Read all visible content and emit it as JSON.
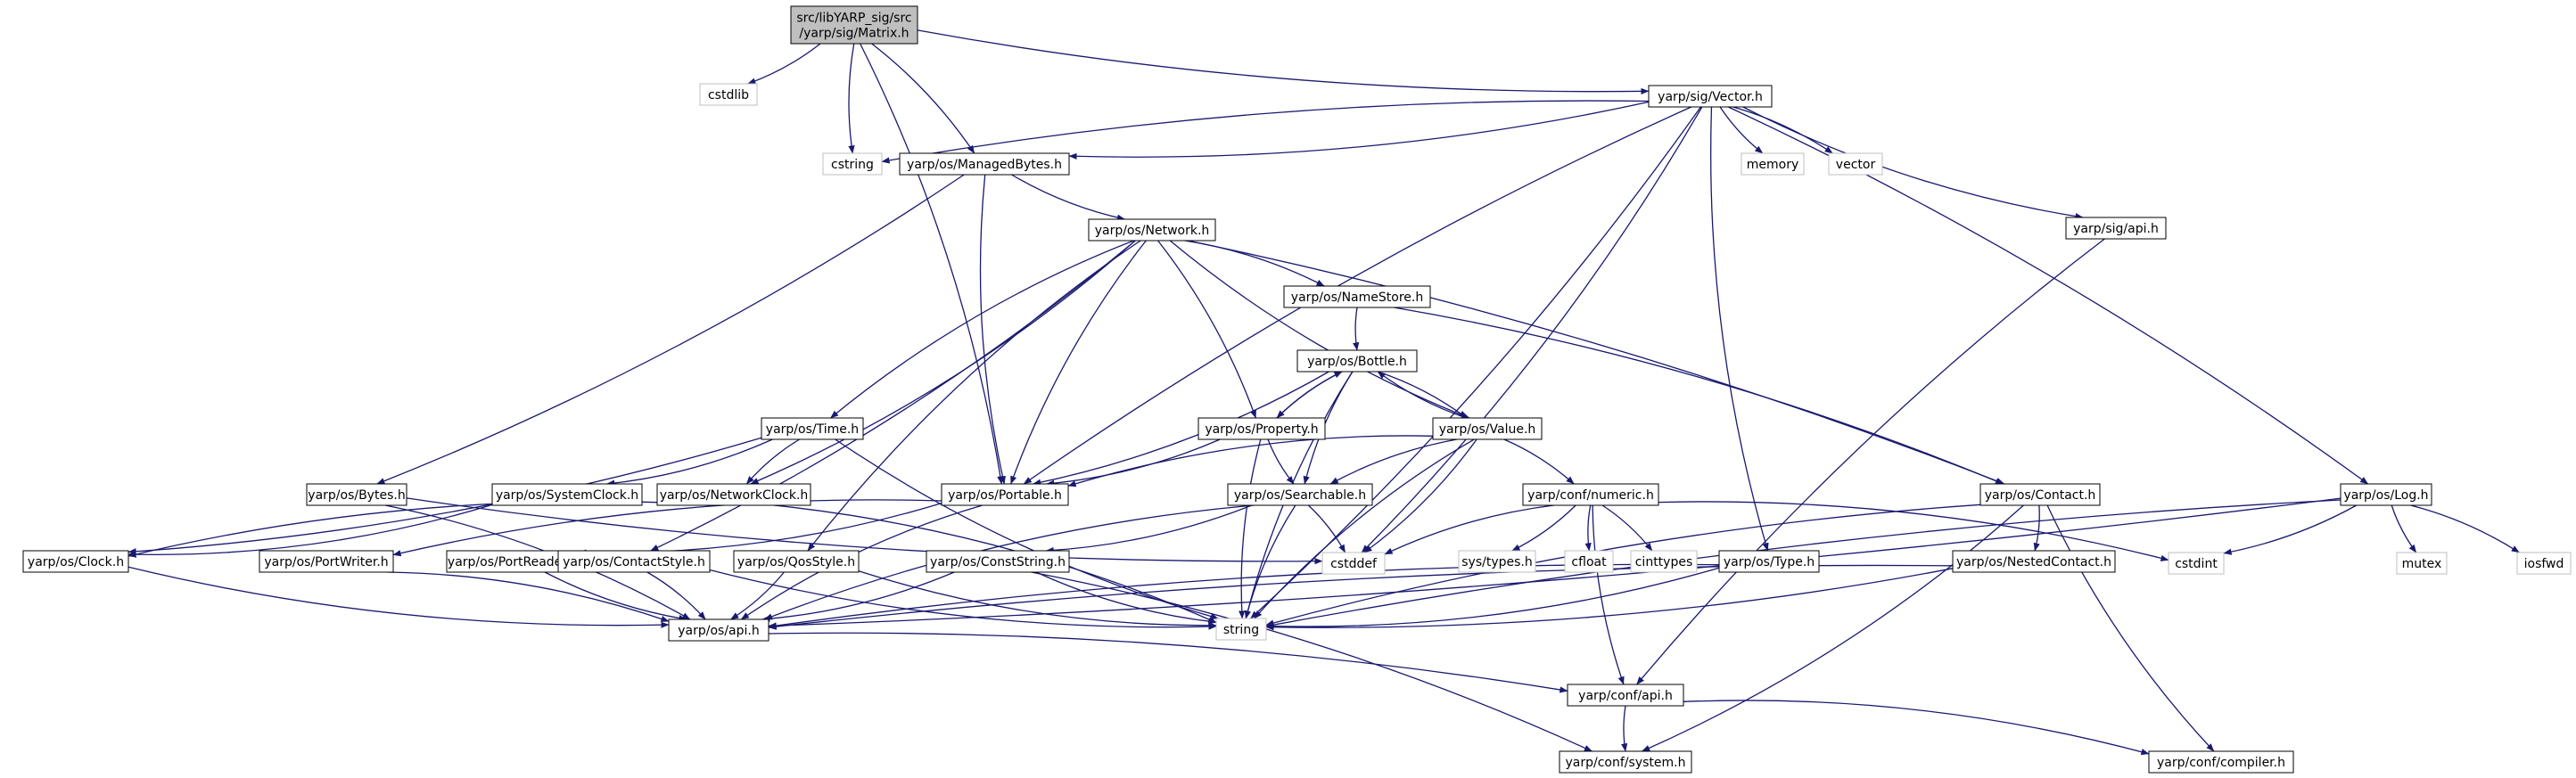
{
  "colors": {
    "edge": "#191970",
    "root_fill": "#bfbfbf",
    "node_stroke": "#000000",
    "system_stroke": "#bfbfbf"
  },
  "nodes": [
    {
      "id": "matrix",
      "label": [
        "src/libYARP_sig/src",
        "/yarp/sig/Matrix.h"
      ],
      "kind": "root"
    },
    {
      "id": "cstdlib",
      "label": [
        "cstdlib"
      ],
      "kind": "system"
    },
    {
      "id": "cstring",
      "label": [
        "cstring"
      ],
      "kind": "system"
    },
    {
      "id": "managedbytes",
      "label": [
        "yarp/os/ManagedBytes.h"
      ],
      "kind": "header"
    },
    {
      "id": "vector_h",
      "label": [
        "yarp/sig/Vector.h"
      ],
      "kind": "header"
    },
    {
      "id": "memory",
      "label": [
        "memory"
      ],
      "kind": "system"
    },
    {
      "id": "vector",
      "label": [
        "vector"
      ],
      "kind": "system"
    },
    {
      "id": "sigapi",
      "label": [
        "yarp/sig/api.h"
      ],
      "kind": "header"
    },
    {
      "id": "network",
      "label": [
        "yarp/os/Network.h"
      ],
      "kind": "header"
    },
    {
      "id": "namestore",
      "label": [
        "yarp/os/NameStore.h"
      ],
      "kind": "header"
    },
    {
      "id": "bottle",
      "label": [
        "yarp/os/Bottle.h"
      ],
      "kind": "header"
    },
    {
      "id": "time",
      "label": [
        "yarp/os/Time.h"
      ],
      "kind": "header"
    },
    {
      "id": "property",
      "label": [
        "yarp/os/Property.h"
      ],
      "kind": "header"
    },
    {
      "id": "value",
      "label": [
        "yarp/os/Value.h"
      ],
      "kind": "header"
    },
    {
      "id": "bytes",
      "label": [
        "yarp/os/Bytes.h"
      ],
      "kind": "header"
    },
    {
      "id": "systemclock",
      "label": [
        "yarp/os/SystemClock.h"
      ],
      "kind": "header"
    },
    {
      "id": "networkclock",
      "label": [
        "yarp/os/NetworkClock.h"
      ],
      "kind": "header"
    },
    {
      "id": "portable",
      "label": [
        "yarp/os/Portable.h"
      ],
      "kind": "header"
    },
    {
      "id": "searchable",
      "label": [
        "yarp/os/Searchable.h"
      ],
      "kind": "header"
    },
    {
      "id": "numeric",
      "label": [
        "yarp/conf/numeric.h"
      ],
      "kind": "header"
    },
    {
      "id": "contact",
      "label": [
        "yarp/os/Contact.h"
      ],
      "kind": "header"
    },
    {
      "id": "log",
      "label": [
        "yarp/os/Log.h"
      ],
      "kind": "header"
    },
    {
      "id": "clock",
      "label": [
        "yarp/os/Clock.h"
      ],
      "kind": "header"
    },
    {
      "id": "portwriter",
      "label": [
        "yarp/os/PortWriter.h"
      ],
      "kind": "header"
    },
    {
      "id": "portreader",
      "label": [
        "yarp/os/PortReader.h"
      ],
      "kind": "header"
    },
    {
      "id": "contactstyle",
      "label": [
        "yarp/os/ContactStyle.h"
      ],
      "kind": "header"
    },
    {
      "id": "qosstyle",
      "label": [
        "yarp/os/QosStyle.h"
      ],
      "kind": "header"
    },
    {
      "id": "conststring",
      "label": [
        "yarp/os/ConstString.h"
      ],
      "kind": "header"
    },
    {
      "id": "cstddef",
      "label": [
        "cstddef"
      ],
      "kind": "system"
    },
    {
      "id": "systypes",
      "label": [
        "sys/types.h"
      ],
      "kind": "system"
    },
    {
      "id": "cfloat",
      "label": [
        "cfloat"
      ],
      "kind": "system"
    },
    {
      "id": "cinttypes",
      "label": [
        "cinttypes"
      ],
      "kind": "system"
    },
    {
      "id": "type",
      "label": [
        "yarp/os/Type.h"
      ],
      "kind": "header"
    },
    {
      "id": "nestedcontact",
      "label": [
        "yarp/os/NestedContact.h"
      ],
      "kind": "header"
    },
    {
      "id": "cstdint",
      "label": [
        "cstdint"
      ],
      "kind": "system"
    },
    {
      "id": "mutex",
      "label": [
        "mutex"
      ],
      "kind": "system"
    },
    {
      "id": "iosfwd",
      "label": [
        "iosfwd"
      ],
      "kind": "system"
    },
    {
      "id": "osapi",
      "label": [
        "yarp/os/api.h"
      ],
      "kind": "header"
    },
    {
      "id": "string",
      "label": [
        "string"
      ],
      "kind": "system"
    },
    {
      "id": "confapi",
      "label": [
        "yarp/conf/api.h"
      ],
      "kind": "header"
    },
    {
      "id": "confsystem",
      "label": [
        "yarp/conf/system.h"
      ],
      "kind": "header"
    },
    {
      "id": "confcompiler",
      "label": [
        "yarp/conf/compiler.h"
      ],
      "kind": "header"
    }
  ],
  "edges": [
    [
      "matrix",
      "cstdlib"
    ],
    [
      "matrix",
      "cstring"
    ],
    [
      "matrix",
      "managedbytes"
    ],
    [
      "matrix",
      "vector_h"
    ],
    [
      "matrix",
      "portable"
    ],
    [
      "vector_h",
      "cstring"
    ],
    [
      "vector_h",
      "managedbytes"
    ],
    [
      "vector_h",
      "memory"
    ],
    [
      "vector_h",
      "vector"
    ],
    [
      "vector_h",
      "sigapi"
    ],
    [
      "vector_h",
      "log"
    ],
    [
      "vector_h",
      "portable"
    ],
    [
      "vector_h",
      "cstddef"
    ],
    [
      "vector_h",
      "type"
    ],
    [
      "vector_h",
      "string"
    ],
    [
      "managedbytes",
      "network"
    ],
    [
      "managedbytes",
      "bytes"
    ],
    [
      "managedbytes",
      "portable"
    ],
    [
      "network",
      "namestore"
    ],
    [
      "network",
      "time"
    ],
    [
      "network",
      "property"
    ],
    [
      "network",
      "value"
    ],
    [
      "network",
      "contact"
    ],
    [
      "network",
      "portable"
    ],
    [
      "network",
      "contactstyle"
    ],
    [
      "network",
      "qosstyle"
    ],
    [
      "network",
      "networkclock"
    ],
    [
      "namestore",
      "bottle"
    ],
    [
      "namestore",
      "contact"
    ],
    [
      "bottle",
      "property"
    ],
    [
      "bottle",
      "value"
    ],
    [
      "bottle",
      "searchable"
    ],
    [
      "bottle",
      "portable"
    ],
    [
      "bottle",
      "string"
    ],
    [
      "property",
      "bottle"
    ],
    [
      "property",
      "searchable"
    ],
    [
      "property",
      "portable"
    ],
    [
      "property",
      "string"
    ],
    [
      "value",
      "bottle"
    ],
    [
      "value",
      "searchable"
    ],
    [
      "value",
      "numeric"
    ],
    [
      "value",
      "portable"
    ],
    [
      "value",
      "cstddef"
    ],
    [
      "value",
      "string"
    ],
    [
      "time",
      "systemclock"
    ],
    [
      "time",
      "networkclock"
    ],
    [
      "time",
      "clock"
    ],
    [
      "time",
      "string"
    ],
    [
      "bytes",
      "osapi"
    ],
    [
      "bytes",
      "cstddef"
    ],
    [
      "systemclock",
      "clock"
    ],
    [
      "networkclock",
      "clock"
    ],
    [
      "networkclock",
      "string"
    ],
    [
      "portable",
      "portwriter"
    ],
    [
      "portable",
      "portreader"
    ],
    [
      "portable",
      "osapi"
    ],
    [
      "searchable",
      "conststring"
    ],
    [
      "searchable",
      "osapi"
    ],
    [
      "searchable",
      "cstddef"
    ],
    [
      "searchable",
      "string"
    ],
    [
      "numeric",
      "systypes"
    ],
    [
      "numeric",
      "cfloat"
    ],
    [
      "numeric",
      "cinttypes"
    ],
    [
      "numeric",
      "cstddef"
    ],
    [
      "numeric",
      "cstdint"
    ],
    [
      "numeric",
      "confapi"
    ],
    [
      "contact",
      "nestedcontact"
    ],
    [
      "contact",
      "string"
    ],
    [
      "contact",
      "confsystem"
    ],
    [
      "contact",
      "confcompiler"
    ],
    [
      "log",
      "cstdint"
    ],
    [
      "log",
      "mutex"
    ],
    [
      "log",
      "iosfwd"
    ],
    [
      "log",
      "string"
    ],
    [
      "log",
      "osapi"
    ],
    [
      "clock",
      "osapi"
    ],
    [
      "portwriter",
      "osapi"
    ],
    [
      "portreader",
      "osapi"
    ],
    [
      "contactstyle",
      "osapi"
    ],
    [
      "contactstyle",
      "string"
    ],
    [
      "qosstyle",
      "osapi"
    ],
    [
      "qosstyle",
      "string"
    ],
    [
      "conststring",
      "osapi"
    ],
    [
      "conststring",
      "string"
    ],
    [
      "conststring",
      "confsystem"
    ],
    [
      "type",
      "osapi"
    ],
    [
      "type",
      "string"
    ],
    [
      "nestedcontact",
      "osapi"
    ],
    [
      "nestedcontact",
      "string"
    ],
    [
      "sigapi",
      "confapi"
    ],
    [
      "osapi",
      "confapi"
    ],
    [
      "confapi",
      "confsystem"
    ],
    [
      "confapi",
      "confcompiler"
    ]
  ]
}
